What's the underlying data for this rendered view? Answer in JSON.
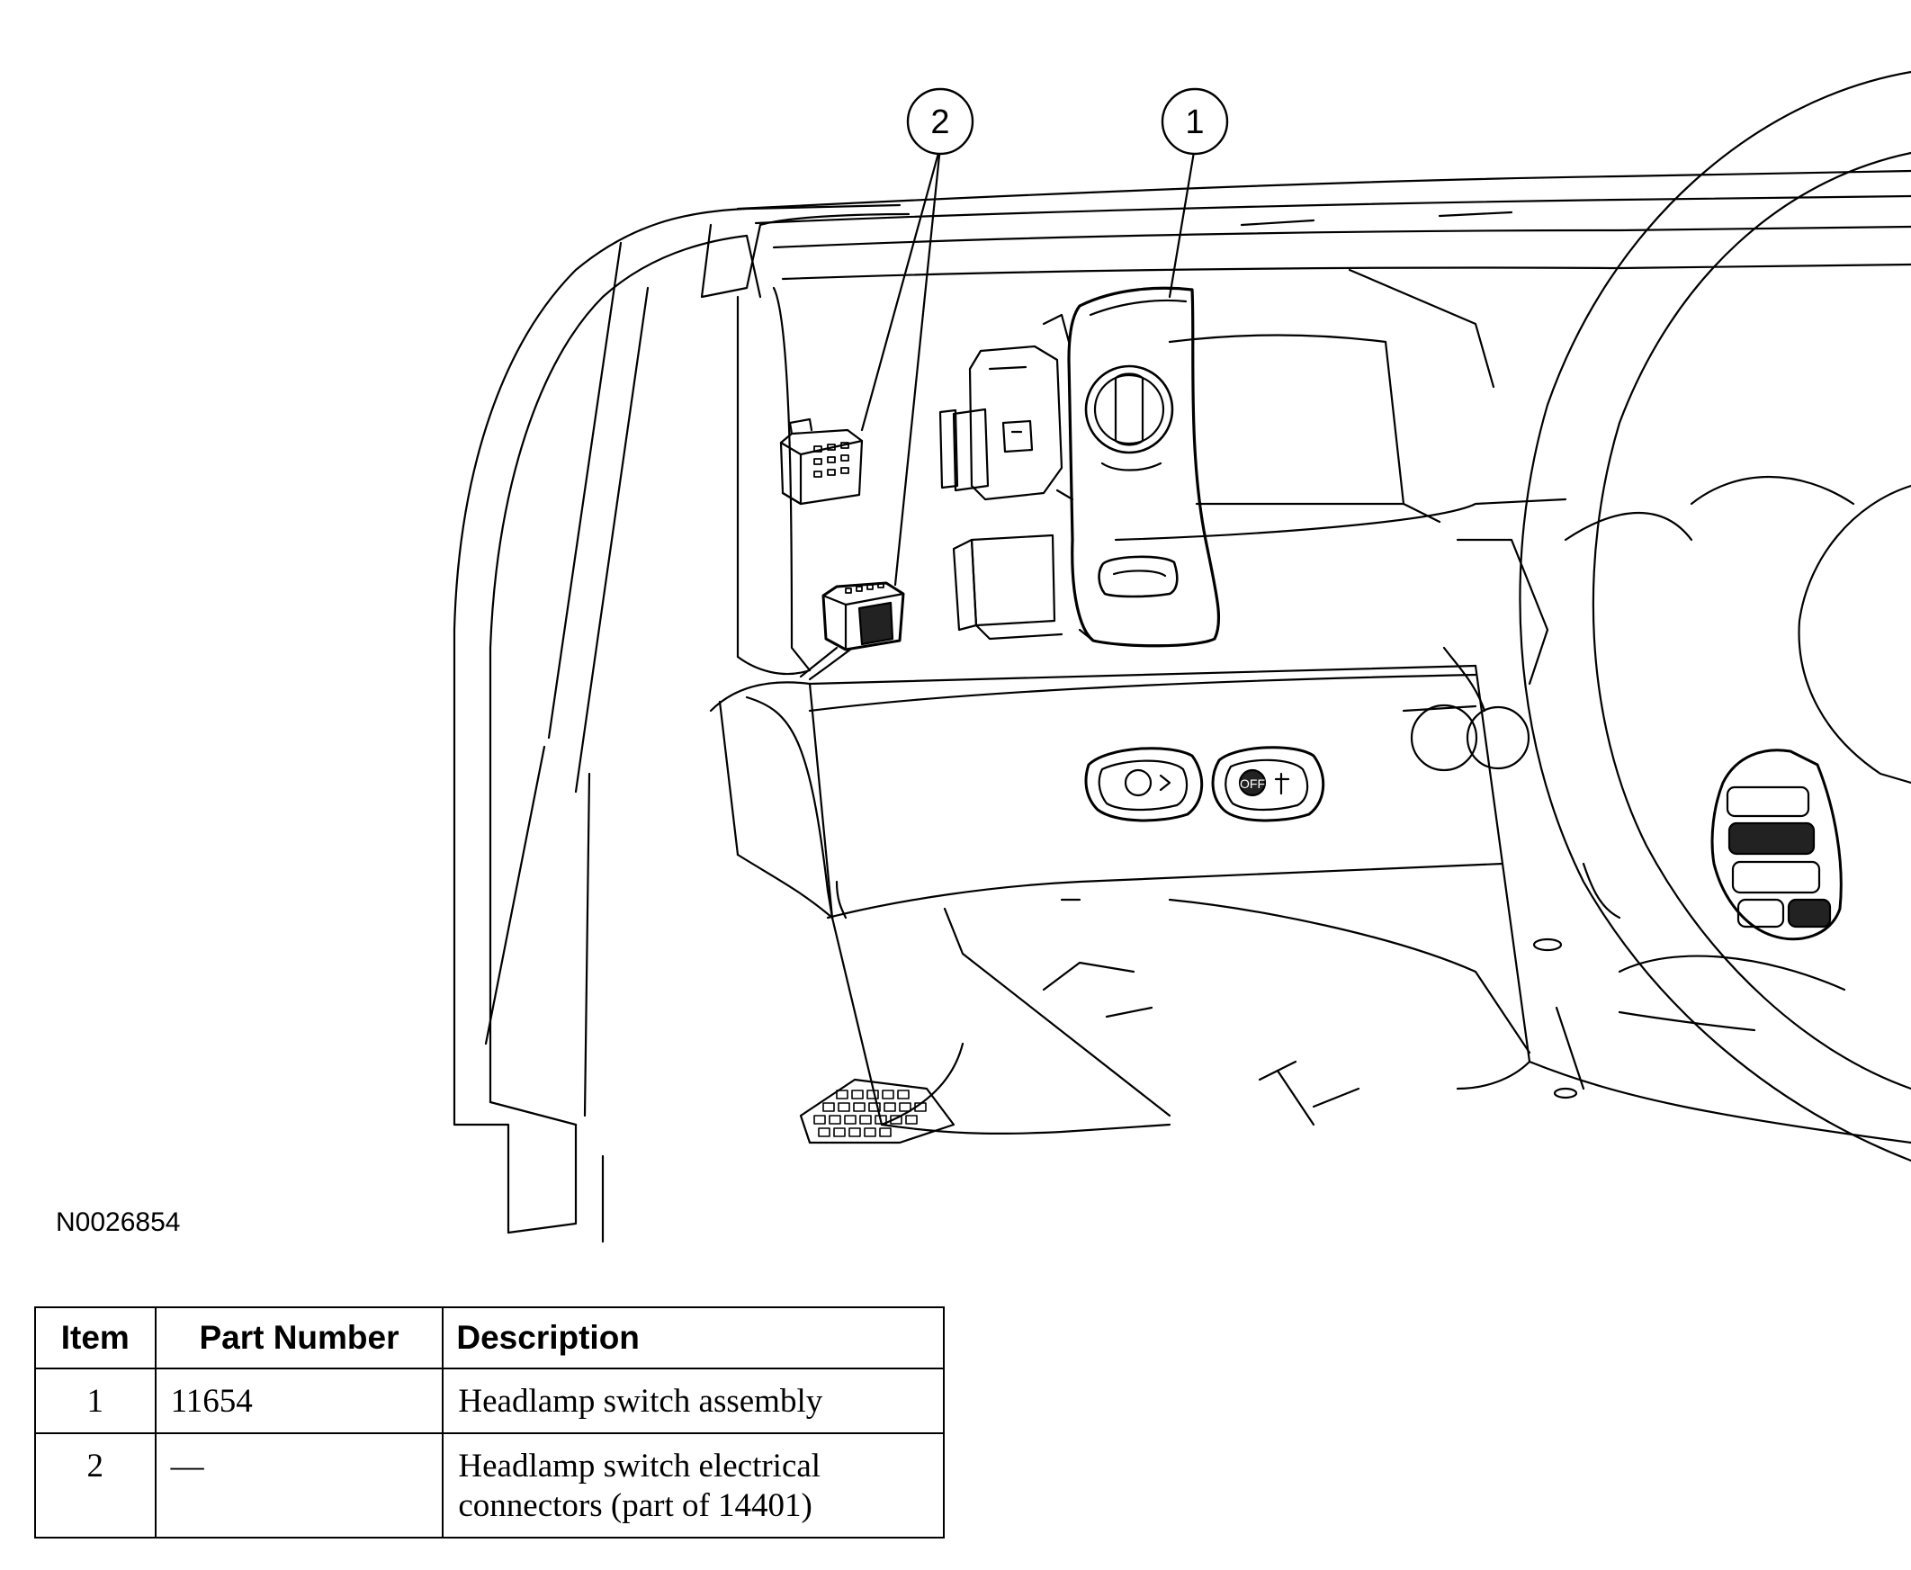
{
  "figure": {
    "id": "N0026854",
    "callouts": [
      {
        "number": "1",
        "target": "Headlamp switch assembly"
      },
      {
        "number": "2",
        "target": "Headlamp switch electrical connectors"
      }
    ],
    "switch_labels": {
      "off": "OFF"
    }
  },
  "legend_table": {
    "headers": {
      "item": "Item",
      "part_number": "Part Number",
      "description": "Description"
    },
    "rows": [
      {
        "item": "1",
        "part_number": "11654",
        "description": "Headlamp switch assembly"
      },
      {
        "item": "2",
        "part_number": "—",
        "description_line1": "Headlamp switch electrical",
        "description_line2": "connectors (part of 14401)"
      }
    ]
  }
}
